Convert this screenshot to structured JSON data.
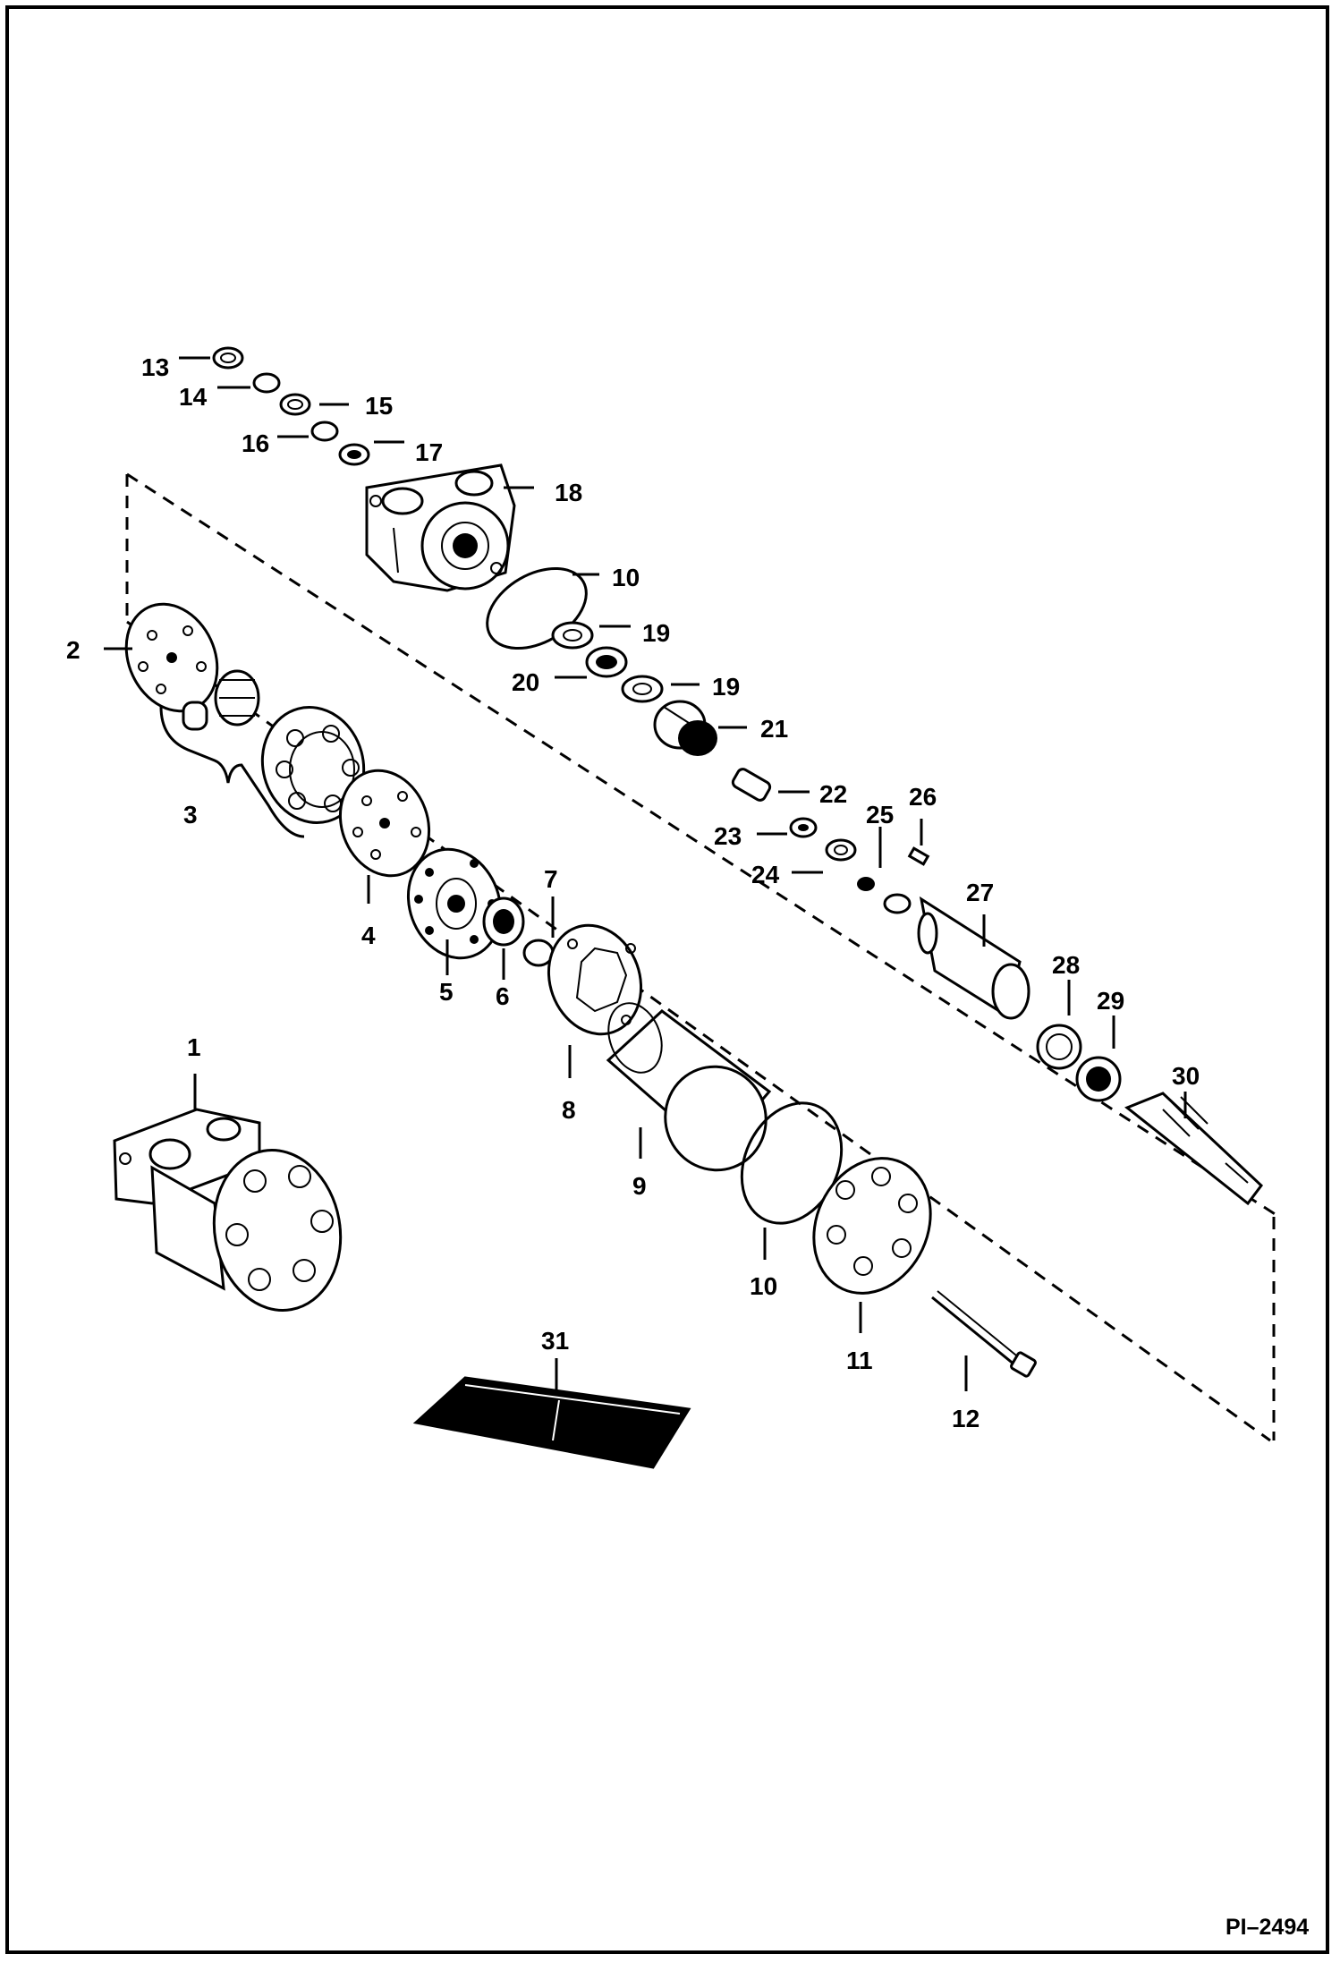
{
  "figure_reference": "PI–2494",
  "callouts": [
    {
      "id": "c1",
      "text": "1"
    },
    {
      "id": "c2",
      "text": "2"
    },
    {
      "id": "c3",
      "text": "3"
    },
    {
      "id": "c4",
      "text": "4"
    },
    {
      "id": "c5",
      "text": "5"
    },
    {
      "id": "c6",
      "text": "6"
    },
    {
      "id": "c7",
      "text": "7"
    },
    {
      "id": "c8",
      "text": "8"
    },
    {
      "id": "c9",
      "text": "9"
    },
    {
      "id": "c10a",
      "text": "10"
    },
    {
      "id": "c10b",
      "text": "10"
    },
    {
      "id": "c11",
      "text": "11"
    },
    {
      "id": "c12",
      "text": "12"
    },
    {
      "id": "c13",
      "text": "13"
    },
    {
      "id": "c14",
      "text": "14"
    },
    {
      "id": "c15",
      "text": "15"
    },
    {
      "id": "c16",
      "text": "16"
    },
    {
      "id": "c17",
      "text": "17"
    },
    {
      "id": "c18",
      "text": "18"
    },
    {
      "id": "c19a",
      "text": "19"
    },
    {
      "id": "c19b",
      "text": "19"
    },
    {
      "id": "c20",
      "text": "20"
    },
    {
      "id": "c21",
      "text": "21"
    },
    {
      "id": "c22",
      "text": "22"
    },
    {
      "id": "c23",
      "text": "23"
    },
    {
      "id": "c24",
      "text": "24"
    },
    {
      "id": "c25",
      "text": "25"
    },
    {
      "id": "c26",
      "text": "26"
    },
    {
      "id": "c27",
      "text": "27"
    },
    {
      "id": "c28",
      "text": "28"
    },
    {
      "id": "c29",
      "text": "29"
    },
    {
      "id": "c30",
      "text": "30"
    },
    {
      "id": "c31",
      "text": "31"
    }
  ]
}
